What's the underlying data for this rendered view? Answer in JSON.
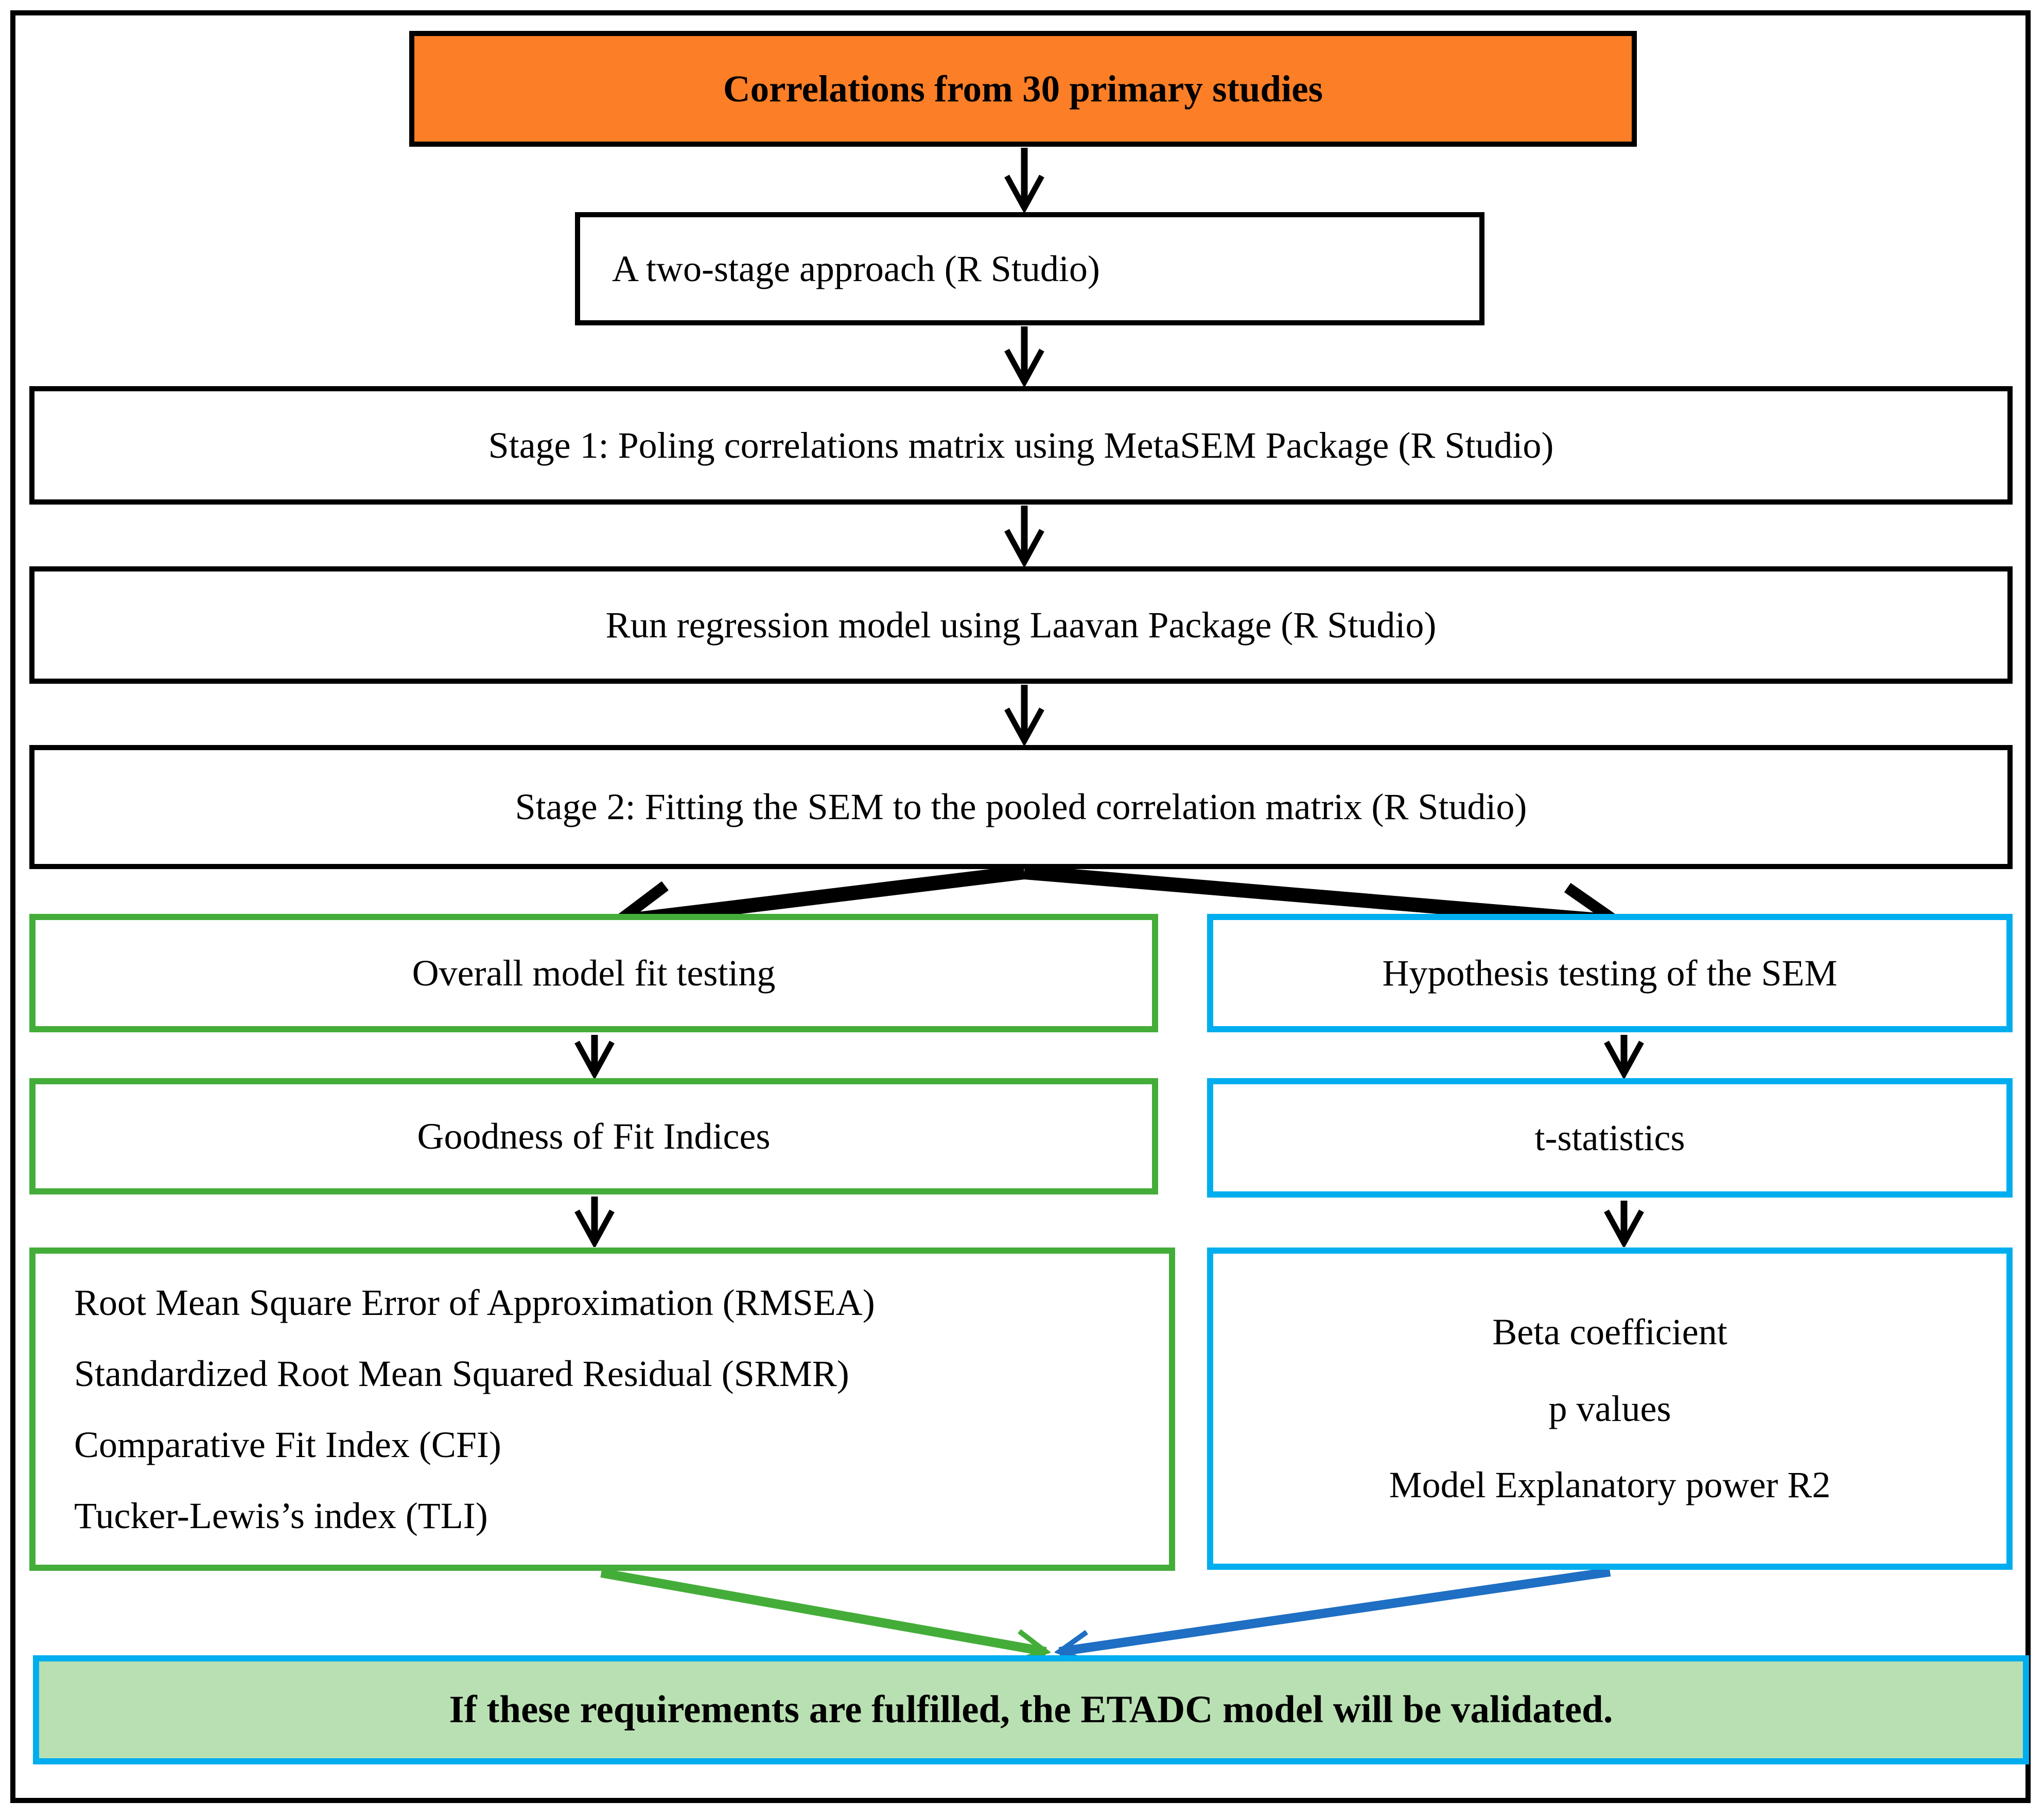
{
  "diagram": {
    "boxes": {
      "source": "Correlations from 30 primary studies",
      "approach": "A two-stage approach (R Studio)",
      "stage1": "Stage 1: Poling correlations matrix using MetaSEM Package (R Studio)",
      "regression": "Run regression model using Laavan Package (R Studio)",
      "stage2": "Stage 2: Fitting the SEM to the pooled correlation matrix (R Studio)",
      "overall_fit": "Overall model fit testing",
      "goodness_of_fit": "Goodness of Fit Indices",
      "fit_indices": [
        "Root Mean Square Error of Approximation (RMSEA)",
        "Standardized Root Mean Squared Residual (SRMR)",
        "Comparative Fit Index (CFI)",
        "Tucker-Lewis’s index (TLI)"
      ],
      "hypothesis": "Hypothesis testing of the SEM",
      "t_statistics": "t-statistics",
      "hypothesis_outputs": [
        "Beta coefficient",
        "p values",
        "Model Explanatory power R2"
      ],
      "conclusion": "If these requirements are fulfilled, the ETADC model will be validated."
    },
    "colors": {
      "source_fill": "#FC7E26",
      "left_branch_border": "#44AD39",
      "right_branch_border": "#00AEEF",
      "conclusion_fill": "#B9E0B2",
      "green_arrow": "#44AD39",
      "blue_arrow": "#1F6FC4",
      "black": "#000000"
    }
  }
}
